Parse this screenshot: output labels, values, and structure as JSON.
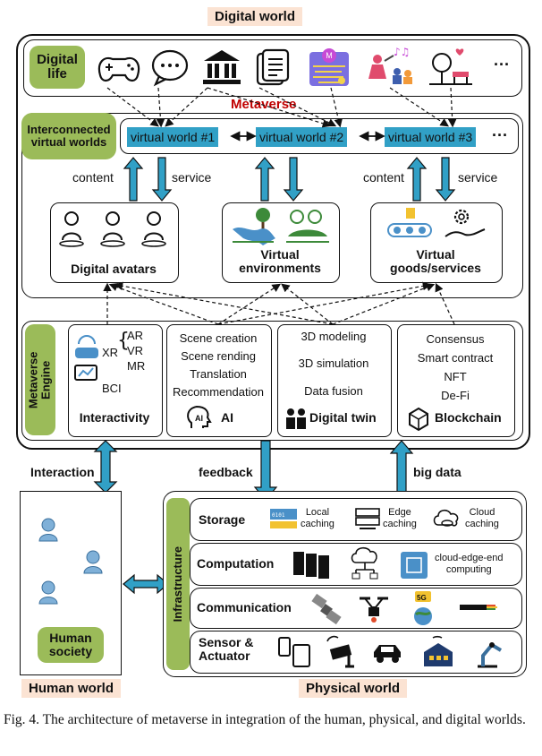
{
  "top_label": "Digital world",
  "digital_life": {
    "label": "Digital\nlife",
    "icons": [
      "gamepad-icon",
      "chat-icon",
      "bank-icon",
      "document-icon",
      "metaverse-crypto-icon",
      "music-performance-icon",
      "park-icon"
    ],
    "more": "···"
  },
  "metaverse_label": "Metaverse",
  "interconnected": {
    "label": "Interconnected\nvirtual worlds",
    "worlds": [
      "virtual world #1",
      "virtual world #2",
      "virtual world #3"
    ],
    "more": "···"
  },
  "flows": {
    "left_content": "content",
    "left_service": "service",
    "right_content": "content",
    "right_service": "service"
  },
  "components": [
    {
      "label": "Digital avatars"
    },
    {
      "label": "Virtual\nenvironments"
    },
    {
      "label": "Virtual\ngoods/services"
    }
  ],
  "engine": {
    "label": "Metaverse\nEngine",
    "interactivity": {
      "xr": "XR",
      "xr_items": [
        "AR",
        "VR",
        "MR"
      ],
      "bci": "BCI",
      "title": "Interactivity"
    },
    "ai": {
      "items": [
        "Scene creation",
        "Scene rending",
        "Translation",
        "Recommendation"
      ],
      "title": "AI",
      "icon_text": "AI"
    },
    "digital_twin": {
      "items": [
        "3D modeling",
        "3D simulation",
        "Data fusion"
      ],
      "title": "Digital twin"
    },
    "blockchain": {
      "items": [
        "Consensus",
        "Smart contract",
        "NFT",
        "De-Fi"
      ],
      "title": "Blockchain"
    }
  },
  "links": {
    "interaction": "Interaction",
    "feedback": "feedback",
    "big_data": "big data"
  },
  "human": {
    "label": "Human\nsociety",
    "footer": "Human world"
  },
  "infrastructure": {
    "label": "Infrastructure",
    "rows": [
      {
        "title": "Storage",
        "items": [
          "Local\ncaching",
          "Edge\ncaching",
          "Cloud\ncaching"
        ]
      },
      {
        "title": "Computation",
        "items": [
          "cloud-edge-end\ncomputing"
        ]
      },
      {
        "title": "Communication",
        "items": []
      },
      {
        "title": "Sensor &\nActuator",
        "items": []
      }
    ],
    "footer": "Physical world"
  },
  "caption": "Fig. 4.   The architecture of metaverse in integration of the human, physical, and digital worlds.",
  "colors": {
    "green": "#9bbb59",
    "blue": "#31a0c6",
    "peach": "#fbe3d3",
    "metaverse_red": "#c00000"
  }
}
